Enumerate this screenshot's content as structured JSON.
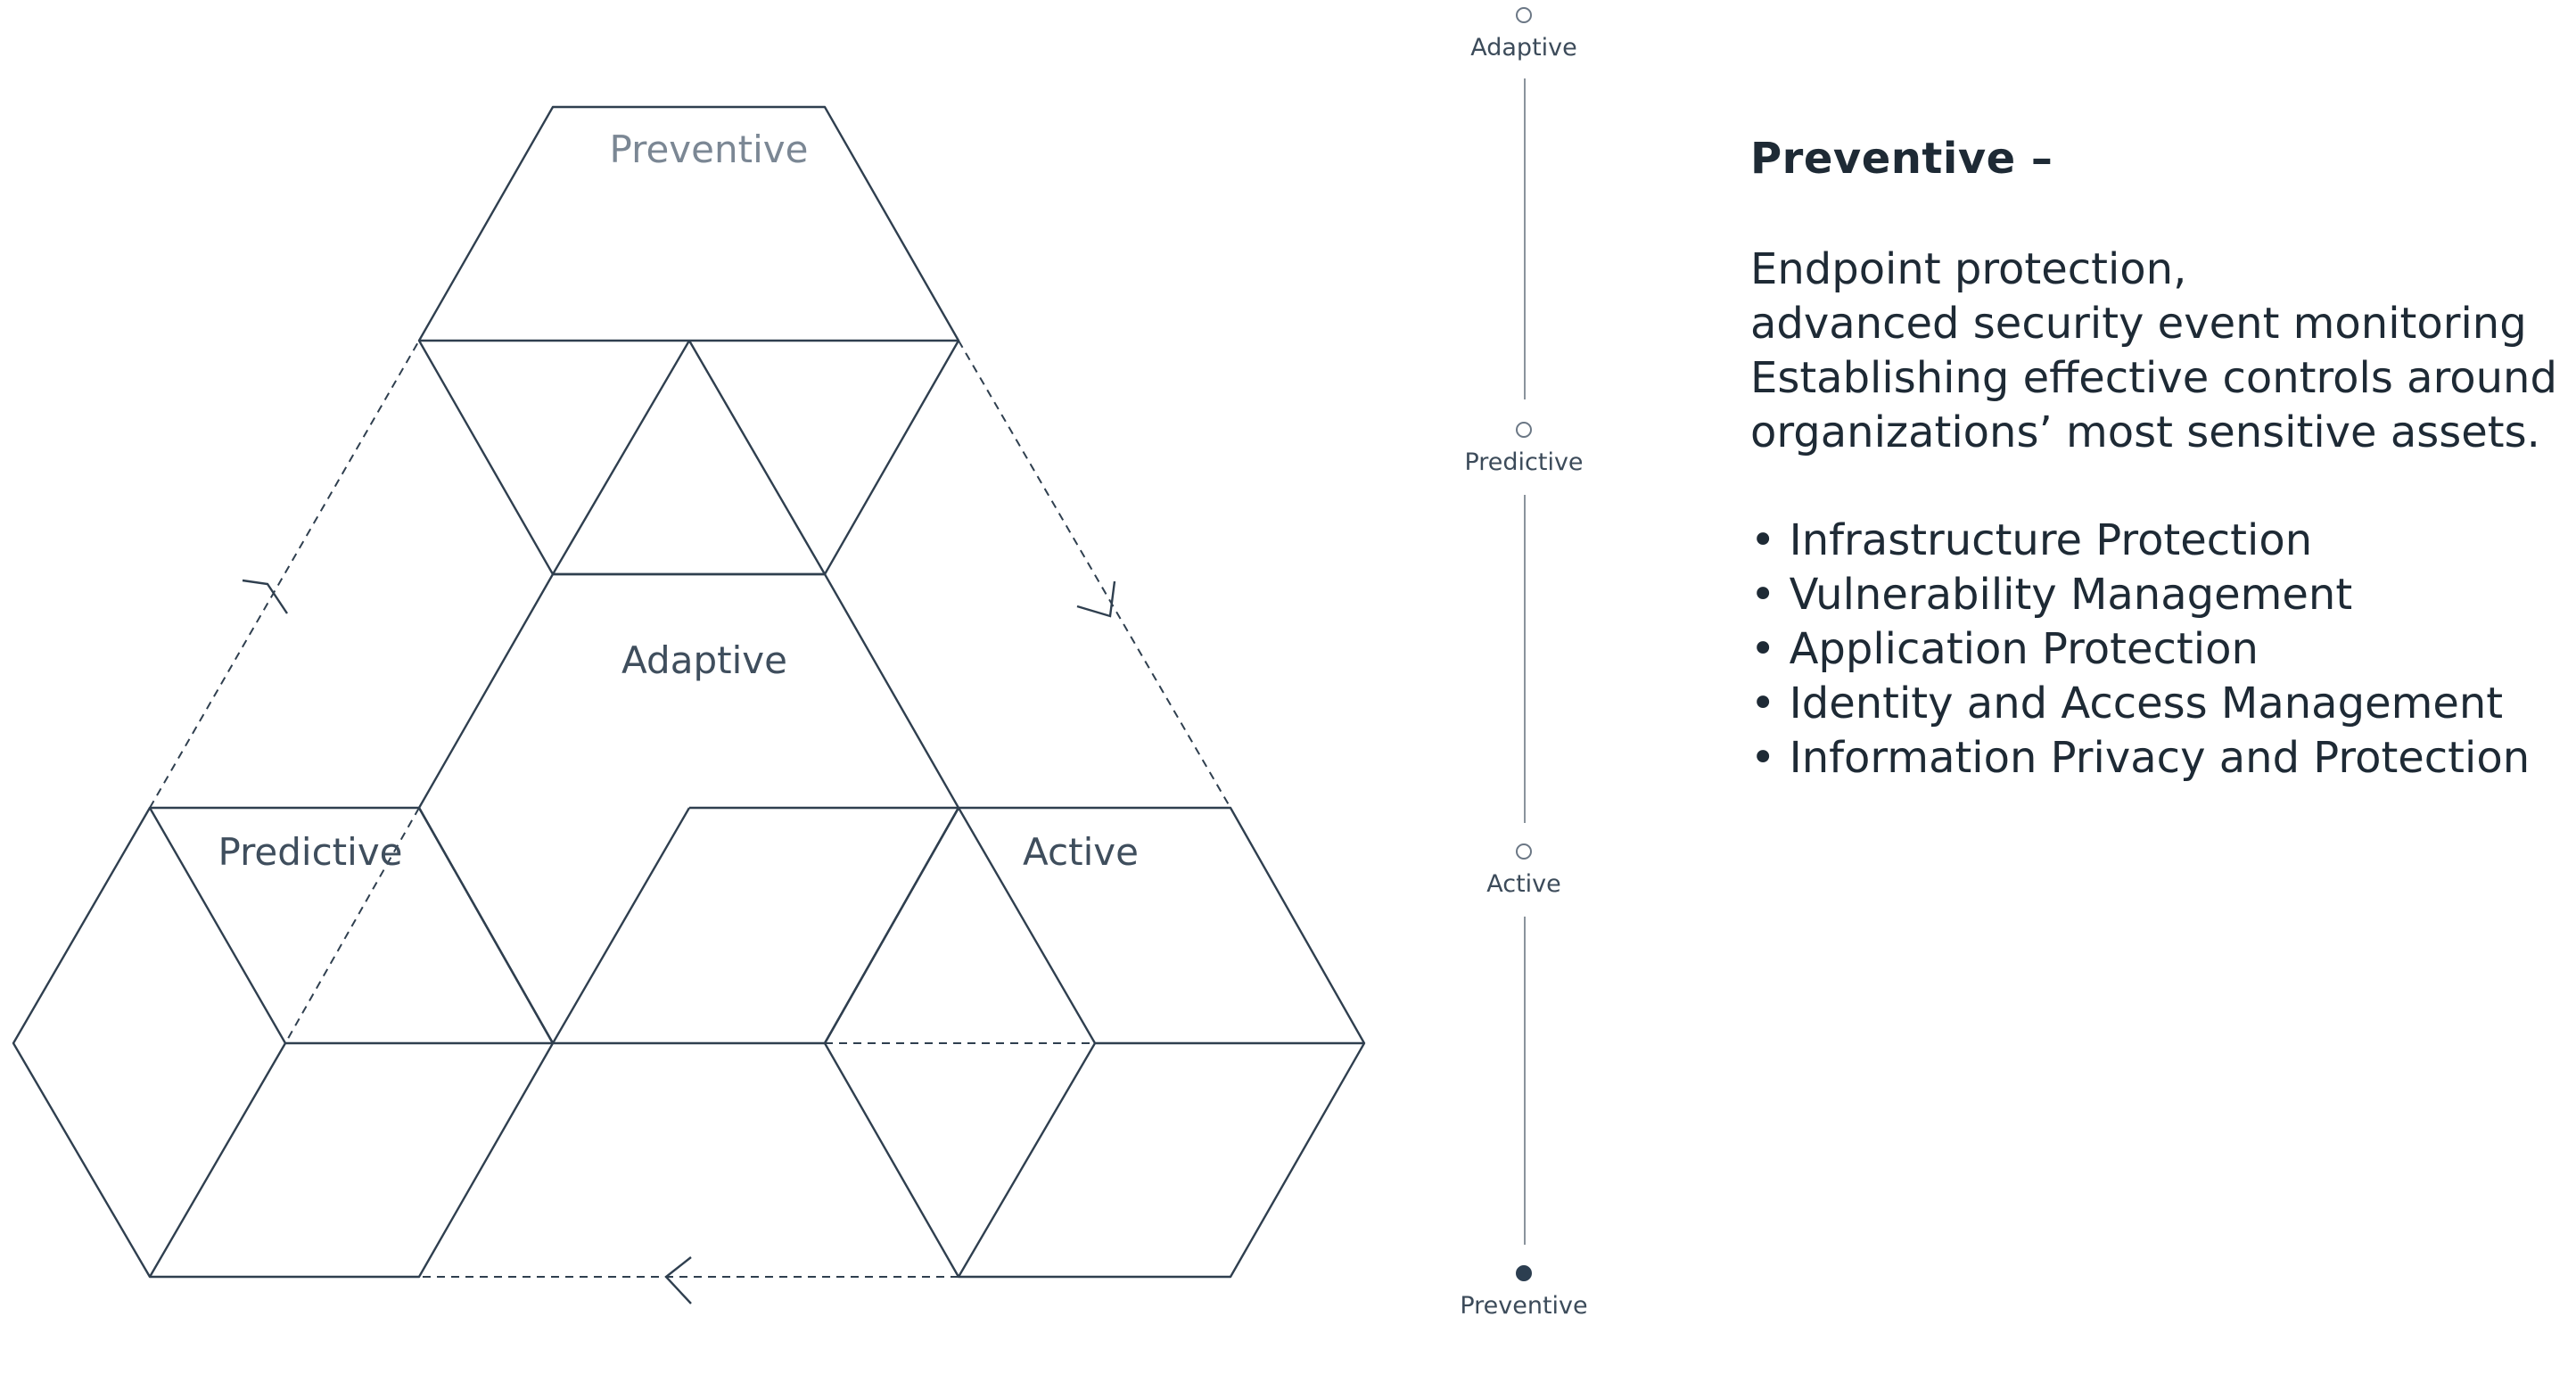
{
  "diagram": {
    "labels": {
      "top": "Preventive",
      "center": "Adaptive",
      "left": "Predictive",
      "right": "Active"
    }
  },
  "stepper": {
    "steps": [
      {
        "label": "Adaptive",
        "active": false
      },
      {
        "label": "Predictive",
        "active": false
      },
      {
        "label": "Active",
        "active": false
      },
      {
        "label": "Preventive",
        "active": true
      }
    ]
  },
  "panel": {
    "title": "Preventive –",
    "description": [
      "Endpoint protection,",
      "advanced security event monitoring",
      "Establishing effective controls around",
      "organizations’ most sensitive assets."
    ],
    "bullets": [
      "• Infrastructure Protection",
      "• Vulnerability Management",
      "• Application Protection",
      "• Identity and Access Management",
      "• Information Privacy and Protection"
    ]
  },
  "colors": {
    "line": "#2f3f4f",
    "text": "#2c3e50",
    "active_dot": "#2c3e50"
  }
}
